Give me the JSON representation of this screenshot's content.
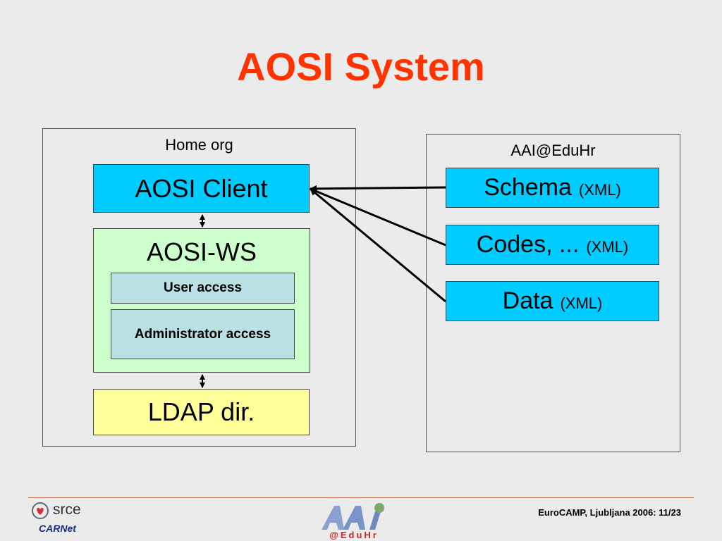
{
  "title": "AOSI System",
  "home_org": {
    "label": "Home org",
    "aosi_client": "AOSI Client",
    "aosi_ws": {
      "label": "AOSI-WS",
      "user_access": "User access",
      "admin_access": "Administrator access"
    },
    "ldap": "LDAP dir."
  },
  "aai": {
    "label": "AAI@EduHr",
    "schema": {
      "name": "Schema",
      "format": "(XML)"
    },
    "codes": {
      "name": "Codes, ...",
      "format": "(XML)"
    },
    "data": {
      "name": "Data",
      "format": "(XML)"
    }
  },
  "footer": {
    "srce_logo": "srce",
    "carnet_logo": "CARNet",
    "eduhr_logo": "@EduHr",
    "text": "EuroCAMP, Ljubljana 2006: 11/23"
  }
}
